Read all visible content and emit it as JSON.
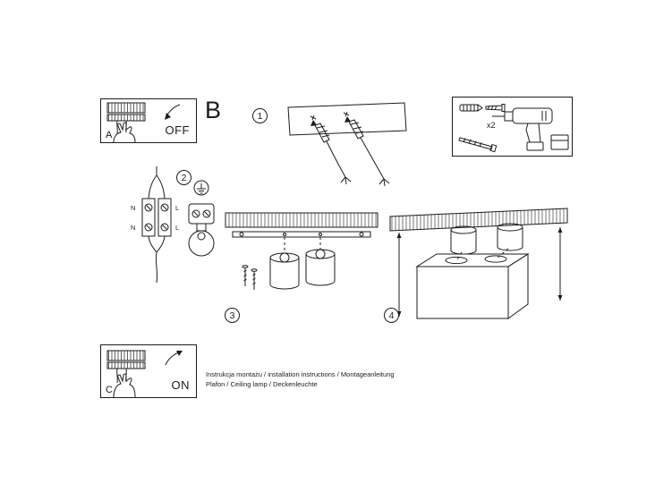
{
  "colors": {
    "ink": "#1c1c1c",
    "paper": "#ffffff"
  },
  "panels": {
    "a": {
      "label": "A",
      "state": "OFF"
    },
    "b": {
      "label": "B"
    },
    "c": {
      "label": "C",
      "state": "ON"
    }
  },
  "steps": [
    {
      "num": "1"
    },
    {
      "num": "2"
    },
    {
      "num": "3"
    },
    {
      "num": "4"
    }
  ],
  "tools": {
    "anchor_qty": "x2"
  },
  "wiring": {
    "n_top": "N",
    "l_top": "L",
    "n_bottom": "N",
    "l_bottom": "L"
  },
  "footer": {
    "line1": "Instrukcja montażu / installation instructions / Montageanleitung",
    "line2": "Plafon / Ceiling lamp / Deckenleuchte"
  }
}
